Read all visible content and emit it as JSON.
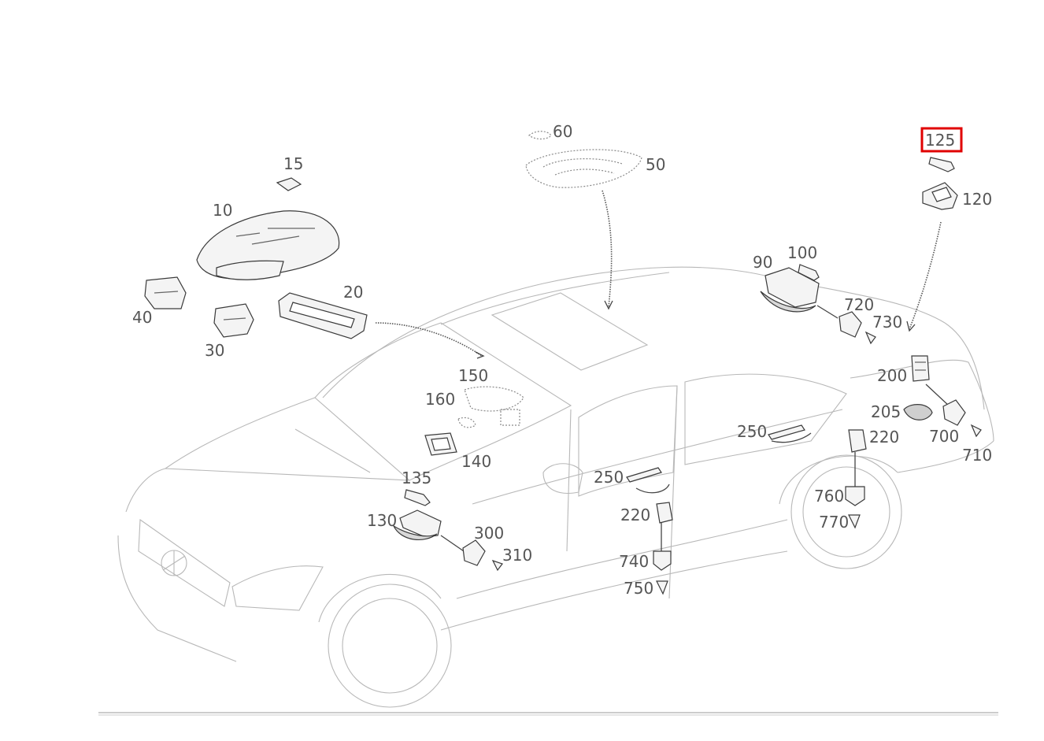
{
  "diagram": {
    "labels": {
      "p10": "10",
      "p15": "15",
      "p20": "20",
      "p30": "30",
      "p40": "40",
      "p50": "50",
      "p60": "60",
      "p90": "90",
      "p100": "100",
      "p120": "120",
      "p125": "125",
      "p130": "130",
      "p135": "135",
      "p140": "140",
      "p150": "150",
      "p160": "160",
      "p200": "200",
      "p205": "205",
      "p220a": "220",
      "p220b": "220",
      "p250a": "250",
      "p250b": "250",
      "p300": "300",
      "p310": "310",
      "p700": "700",
      "p710": "710",
      "p720": "720",
      "p730": "730",
      "p740": "740",
      "p750": "750",
      "p760": "760",
      "p770": "770"
    },
    "highlighted_part": "125",
    "highlight_color": "#e00000"
  }
}
